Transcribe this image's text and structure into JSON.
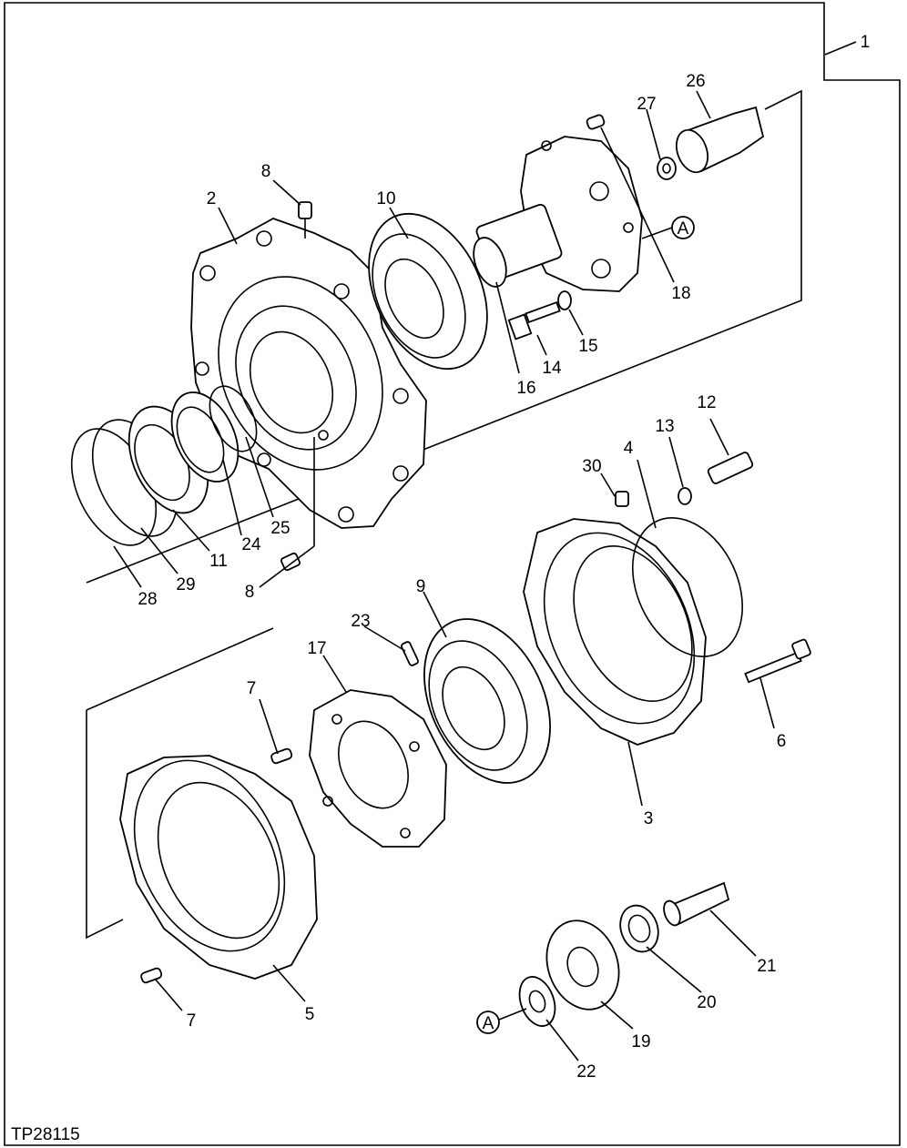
{
  "figure_code": "TP28115",
  "callouts": [
    "1",
    "2",
    "3",
    "4",
    "5",
    "6",
    "7",
    "8",
    "9",
    "10",
    "11",
    "12",
    "13",
    "14",
    "15",
    "16",
    "17",
    "18",
    "19",
    "20",
    "21",
    "22",
    "23",
    "24",
    "25",
    "26",
    "27",
    "28",
    "29",
    "30"
  ],
  "reference_mark": "A"
}
